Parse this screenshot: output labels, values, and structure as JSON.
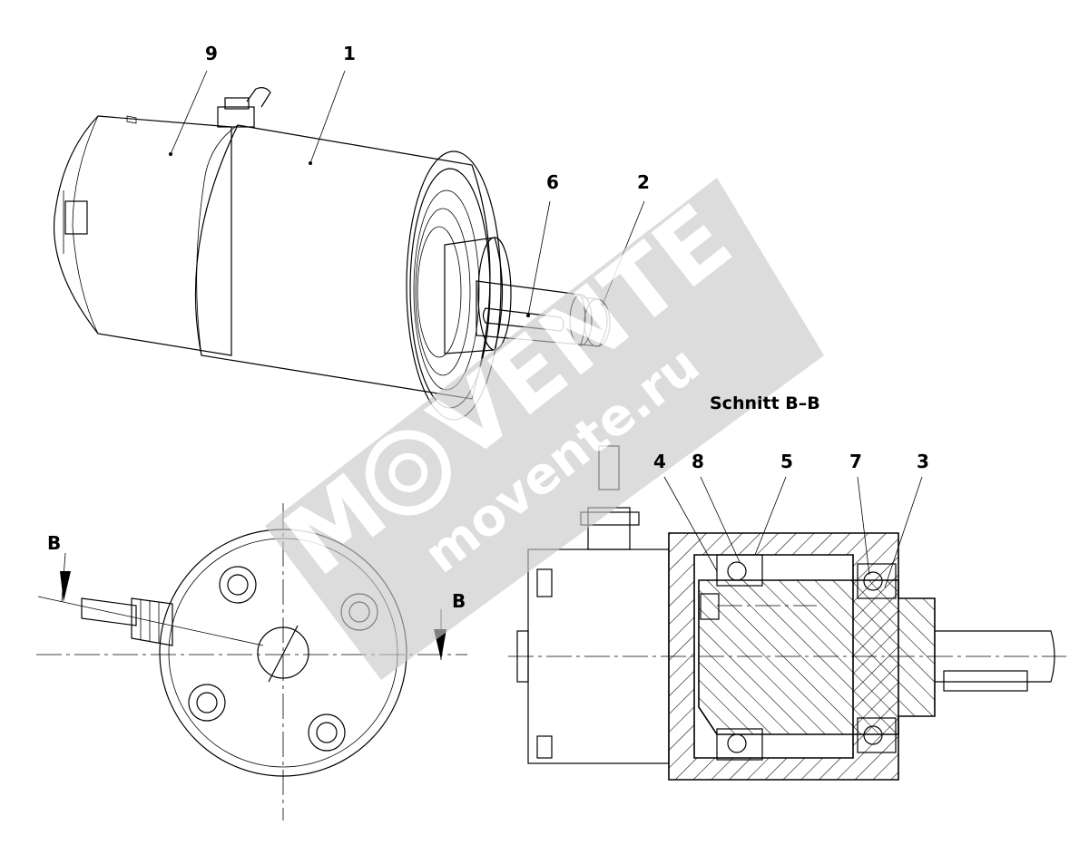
{
  "title": "Schnitt  B–B",
  "labels": {
    "p9": "9",
    "p1": "1",
    "p6": "6",
    "p2": "2",
    "p4": "4",
    "p8": "8",
    "p5": "5",
    "p7": "7",
    "p3": "3",
    "section_left": "B",
    "section_right": "B"
  },
  "watermark": {
    "brand_left": "M",
    "brand_right": "VENTE",
    "domain": "movente.ru",
    "color": "#c8c8c8"
  }
}
